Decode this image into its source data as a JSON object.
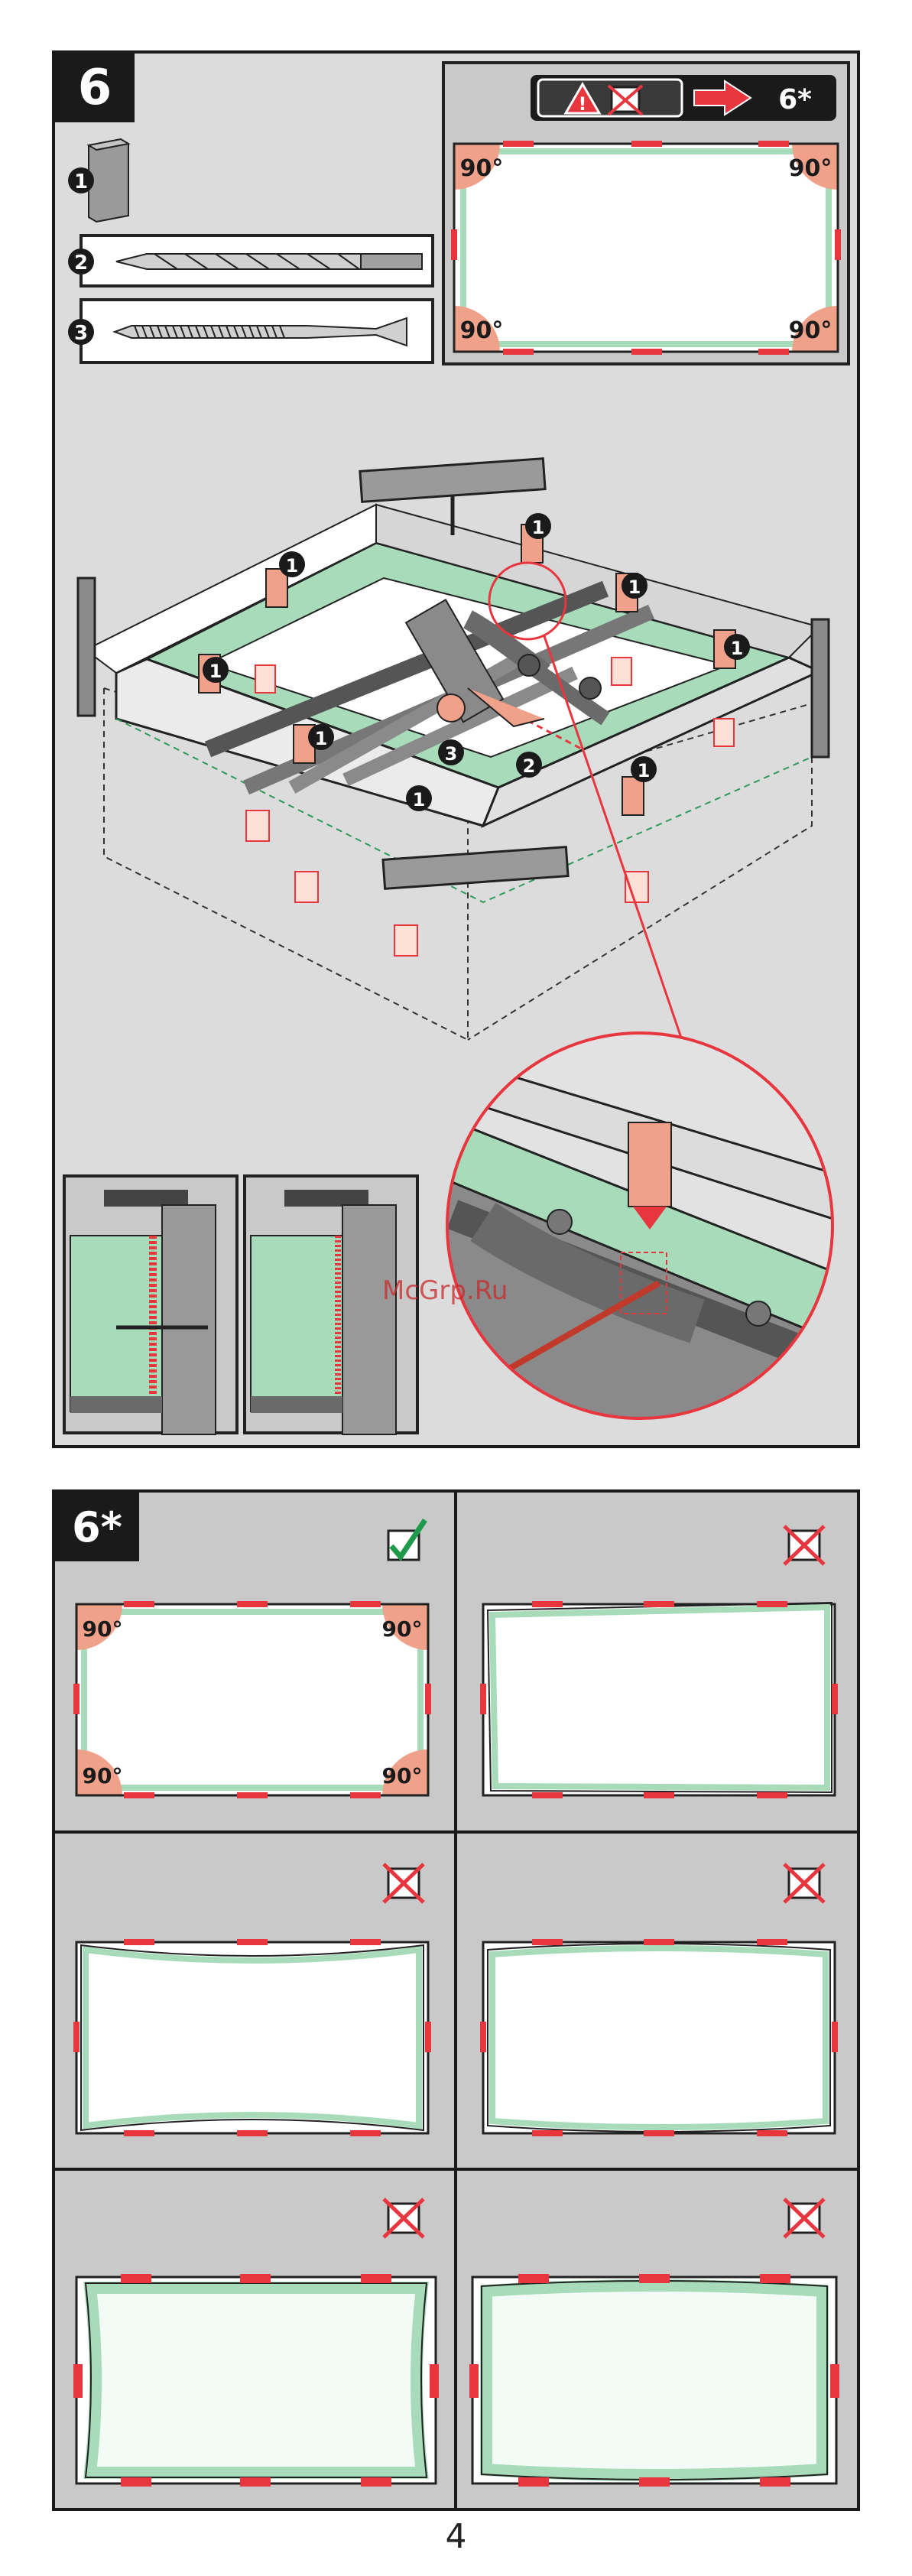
{
  "step_main": {
    "number": "6"
  },
  "parts": [
    {
      "number": "1",
      "part": "bracket"
    },
    {
      "number": "2",
      "part": "drill-bit"
    },
    {
      "number": "3",
      "part": "screw"
    }
  ],
  "reference": {
    "arrow_target": "6*",
    "corner_angle": "90°",
    "warning_icon": "warning-triangle-icon",
    "forbidden_icon": "crossed-box-icon"
  },
  "callouts": {
    "one": "1",
    "two": "2",
    "three": "3"
  },
  "step_check": {
    "number": "6*",
    "corner_angle": "90°",
    "correct_icon": "check-box-icon",
    "wrong_icon": "crossed-box-icon"
  },
  "watermark": "McGrp.Ru",
  "page_number": "4",
  "colors": {
    "frame_green": "#a7dbb9",
    "bracket_salmon": "#f0a18a",
    "accent_red": "#e8363f",
    "panel_gray": "#dcdcdc",
    "dark": "#1a1a1a"
  }
}
